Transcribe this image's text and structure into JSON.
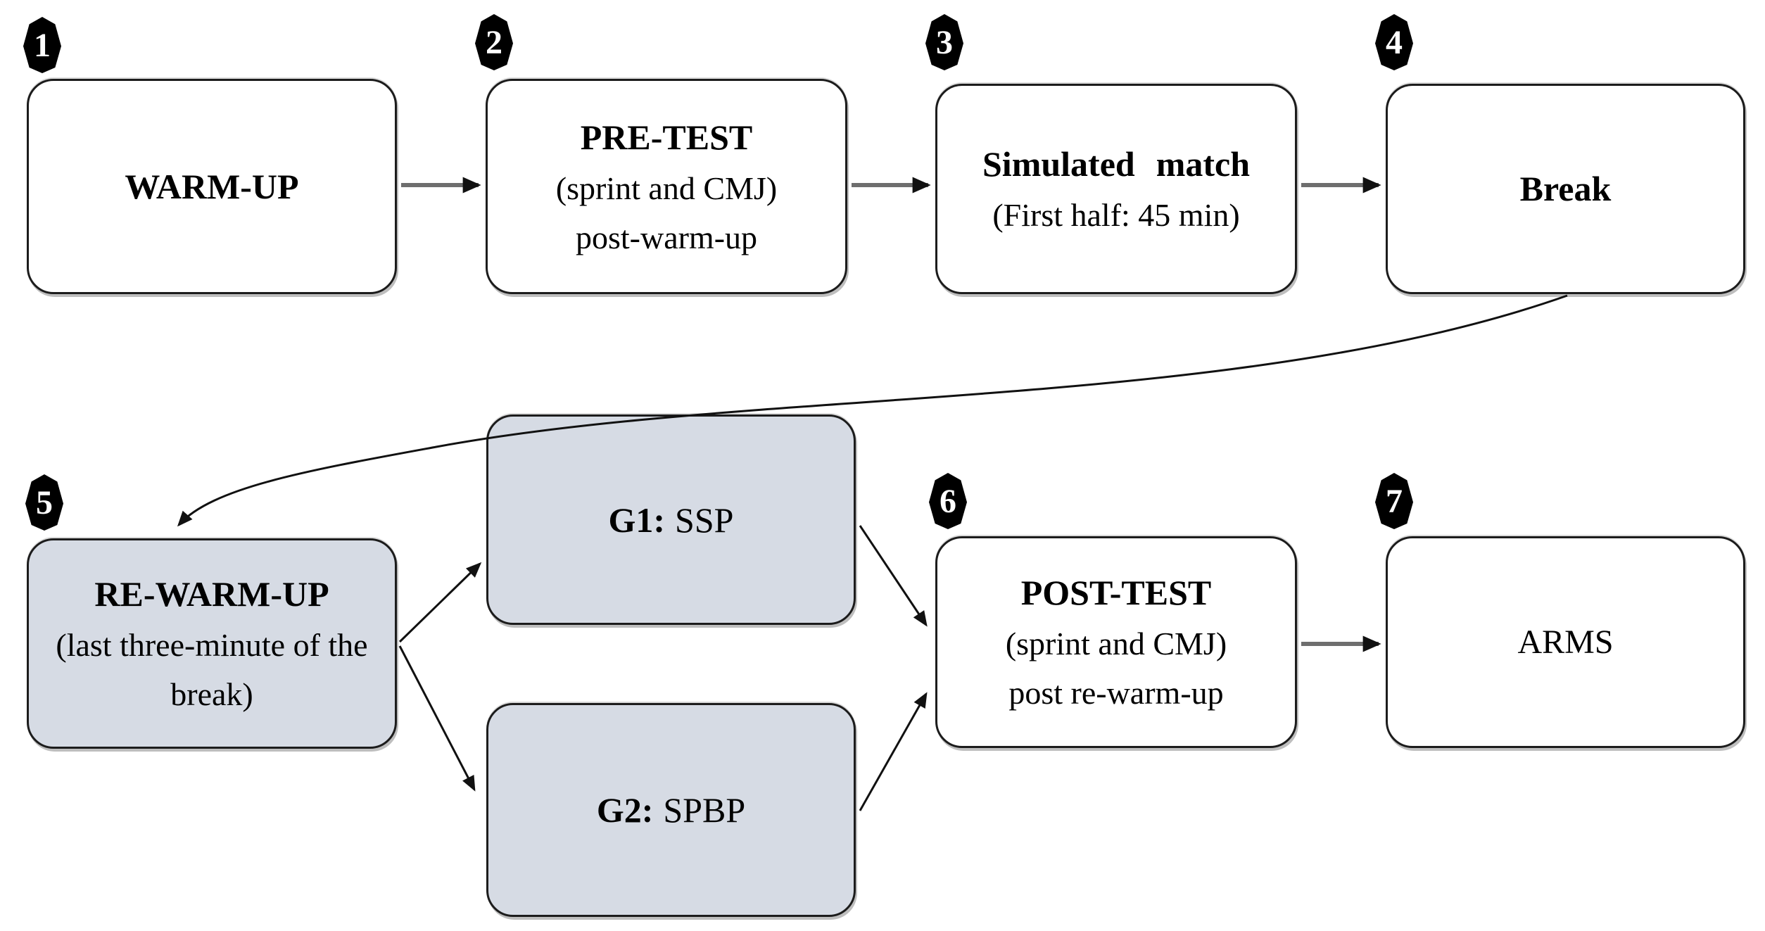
{
  "figure": {
    "background": "#ffffff",
    "box_fill_white": "#ffffff",
    "box_fill_gray": "#d6dbe4",
    "border_color": "#1c1c1c",
    "arrow_shaft_gray": "#6e6e6e",
    "arrow_black": "#111111",
    "badge_fill": "#000000",
    "badge_text_color": "#ffffff"
  },
  "steps": [
    {
      "badge": "1",
      "title": "WARM-UP",
      "subs": []
    },
    {
      "badge": "2",
      "title": "PRE-TEST",
      "subs": [
        "(sprint and CMJ)",
        "post-warm-up"
      ]
    },
    {
      "badge": "3",
      "title": "Simulated match",
      "subs": [
        "(First half: 45 min)"
      ]
    },
    {
      "badge": "4",
      "title": "Break",
      "subs": []
    },
    {
      "badge": "5",
      "title": "RE-WARM-UP",
      "subs": [
        "(last three-minute of the break)"
      ]
    },
    {
      "badge": "6",
      "title": "POST-TEST",
      "subs": [
        "(sprint and CMJ)",
        "post re-warm-up"
      ]
    },
    {
      "badge": "7",
      "title": "ARMS",
      "subs": []
    }
  ],
  "groups": [
    {
      "prefix": "G1:",
      "name": "SSP"
    },
    {
      "prefix": "G2:",
      "name": "SPBP"
    }
  ]
}
